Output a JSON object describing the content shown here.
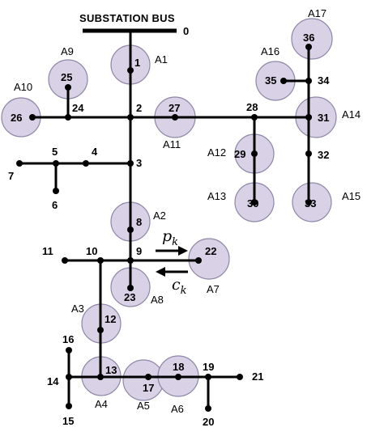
{
  "title": "SUBSTATION BUS",
  "symbols": {
    "p": "p",
    "p_sub": "k",
    "c": "c",
    "c_sub": "k"
  },
  "nodes": {
    "n0": "0",
    "n1": "1",
    "n2": "2",
    "n3": "3",
    "n4": "4",
    "n5": "5",
    "n6": "6",
    "n7": "7",
    "n8": "8",
    "n9": "9",
    "n10": "10",
    "n11": "11",
    "n12": "12",
    "n13": "13",
    "n14": "14",
    "n15": "15",
    "n16": "16",
    "n17": "17",
    "n18": "18",
    "n19": "19",
    "n20": "20",
    "n21": "21",
    "n22": "22",
    "n23": "23",
    "n24": "24",
    "n25": "25",
    "n26": "26",
    "n27": "27",
    "n28": "28",
    "n29": "29",
    "n30": "30",
    "n31": "31",
    "n32": "32",
    "n33": "33",
    "n34": "34",
    "n35": "35",
    "n36": "36"
  },
  "areas": {
    "a1": "A1",
    "a2": "A2",
    "a3": "A3",
    "a4": "A4",
    "a5": "A5",
    "a6": "A6",
    "a7": "A7",
    "a8": "A8",
    "a9": "A9",
    "a10": "A10",
    "a11": "A11",
    "a12": "A12",
    "a13": "A13",
    "a14": "A14",
    "a15": "A15",
    "a16": "A16",
    "a17": "A17"
  },
  "colors": {
    "zone_fill": "#d9d2e6",
    "zone_stroke": "#8e86a8",
    "line": "#000000"
  }
}
